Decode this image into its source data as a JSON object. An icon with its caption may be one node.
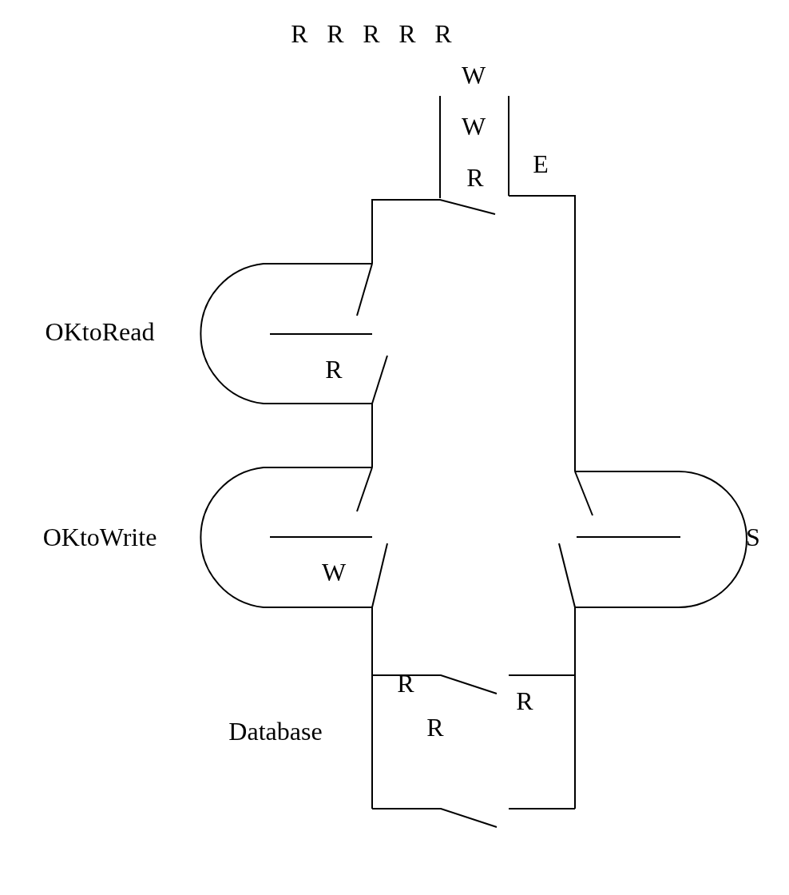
{
  "diagram": {
    "labels": [
      "R",
      "R",
      "R",
      "R",
      "R",
      "W",
      "W",
      "E",
      "R",
      "OKtoRead",
      "R",
      "OKtoWrite",
      "S",
      "W",
      "R",
      "R",
      "Database",
      "R"
    ]
  }
}
